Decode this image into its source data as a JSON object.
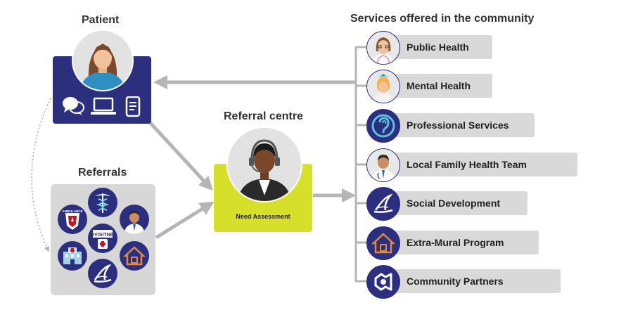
{
  "patient": {
    "title": "Patient"
  },
  "referral_centre": {
    "title": "Referral centre",
    "label": "Need Assessment"
  },
  "referrals": {
    "title": "Referrals",
    "evisit_label": "eVISITNB",
    "ambulance_label": "AMBULANCE"
  },
  "services": {
    "title": "Services offered in the community",
    "items": [
      {
        "label": "Public Health",
        "icon": "nurse-icon"
      },
      {
        "label": "Mental Health",
        "icon": "mental-health-icon"
      },
      {
        "label": "Professional Services",
        "icon": "ear-icon"
      },
      {
        "label": "Local Family Health Team",
        "icon": "doctor-icon"
      },
      {
        "label": "Social Development",
        "icon": "hand-wave-icon"
      },
      {
        "label": "Extra-Mural Program",
        "icon": "home-icon"
      },
      {
        "label": "Community Partners",
        "icon": "partners-icon"
      }
    ]
  },
  "colors": {
    "navy": "#2b2f7e",
    "lime": "#d6e02a",
    "gray_panel": "#d7d7d7",
    "pill": "#d9d9d9",
    "arrow": "#b5b5b5"
  }
}
